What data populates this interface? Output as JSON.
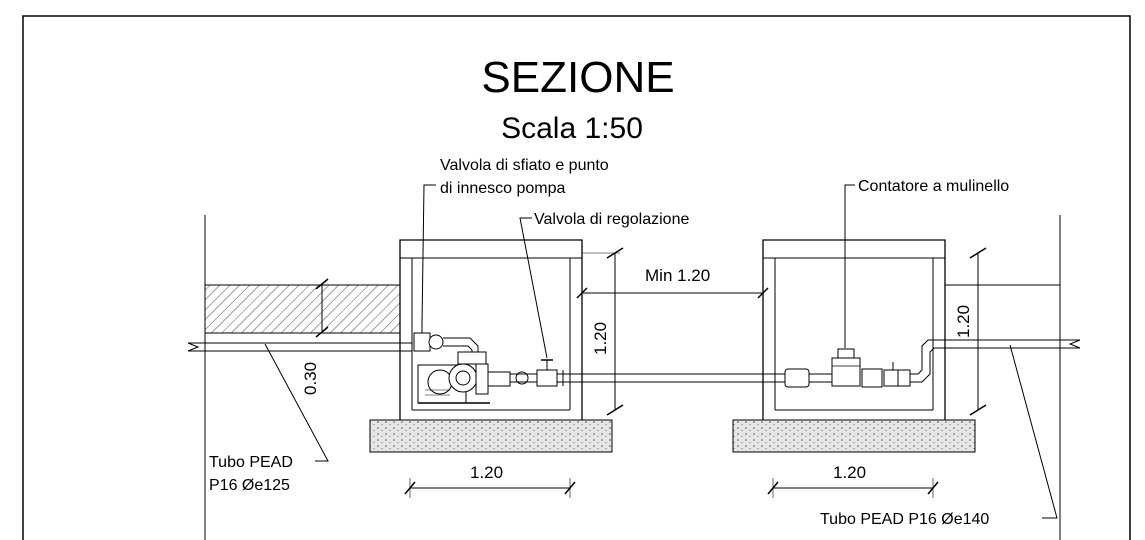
{
  "title": "SEZIONE",
  "subtitle": "Scala 1:50",
  "labels": {
    "vent_valve_line1": "Valvola di sfiato e punto",
    "vent_valve_line2": "di innesco pompa",
    "regulating_valve": "Valvola di regolazione",
    "meter": "Contatore a mulinello",
    "pipe_left_line1": "Tubo PEAD",
    "pipe_left_line2": "P16 Øe125",
    "pipe_right": "Tubo PEAD P16 Øe140"
  },
  "dimensions": {
    "min_spacing": "Min 1.20",
    "left_chamber_height": "1.20",
    "right_chamber_height": "1.20",
    "left_chamber_width": "1.20",
    "right_chamber_width": "1.20",
    "pipe_depth": "0.30"
  }
}
